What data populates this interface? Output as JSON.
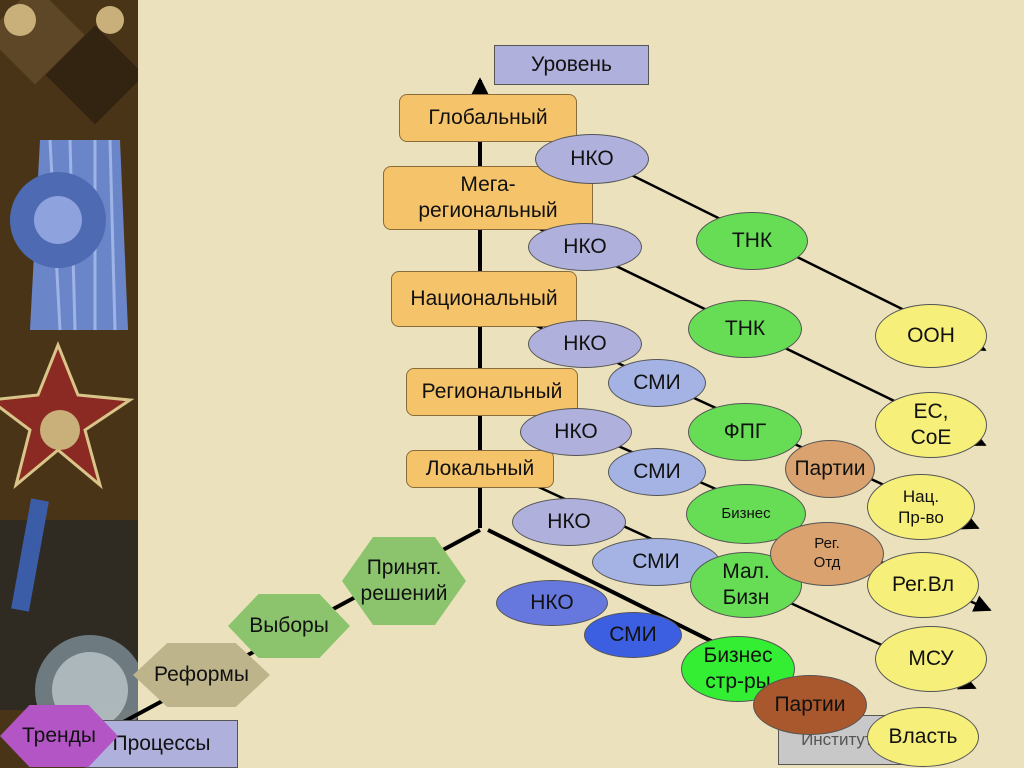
{
  "axes": {
    "level_label": "Уровень",
    "process_label": "Процессы",
    "institution_label": "Институты"
  },
  "levels": [
    {
      "id": "global",
      "label": "Глобальный"
    },
    {
      "id": "mega",
      "label": "Мега-\nрегиональный"
    },
    {
      "id": "national",
      "label": "Национальный"
    },
    {
      "id": "regional",
      "label": "Региональный"
    },
    {
      "id": "local",
      "label": "Локальный"
    }
  ],
  "processes": [
    {
      "id": "decisions",
      "label": "Принят.\nрешений"
    },
    {
      "id": "elections",
      "label": "Выборы"
    },
    {
      "id": "reforms",
      "label": "Реформы"
    },
    {
      "id": "trends",
      "label": "Тренды"
    }
  ],
  "nko": [
    {
      "id": "nko-1",
      "label": "НКО"
    },
    {
      "id": "nko-2",
      "label": "НКО"
    },
    {
      "id": "nko-3",
      "label": "НКО"
    },
    {
      "id": "nko-4",
      "label": "НКО"
    },
    {
      "id": "nko-5",
      "label": "НКО"
    },
    {
      "id": "nko-6",
      "label": "НКО"
    }
  ],
  "smi": [
    {
      "id": "smi-1",
      "label": "СМИ"
    },
    {
      "id": "smi-2",
      "label": "СМИ"
    },
    {
      "id": "smi-3",
      "label": "СМИ"
    },
    {
      "id": "smi-4",
      "label": "СМИ"
    }
  ],
  "business": [
    {
      "id": "tnk-1",
      "label": "ТНК"
    },
    {
      "id": "tnk-2",
      "label": "ТНК"
    },
    {
      "id": "fpg",
      "label": "ФПГ"
    },
    {
      "id": "biznes",
      "label": "Бизнес"
    },
    {
      "id": "small-biz",
      "label": "Мал.\nБизн"
    },
    {
      "id": "biz-struct",
      "label": "Бизнес\nстр-ры"
    }
  ],
  "parties": [
    {
      "id": "parties-1",
      "label": "Партии"
    },
    {
      "id": "reg-otd",
      "label": "Рег.\nОтд"
    },
    {
      "id": "parties-2",
      "label": "Партии"
    }
  ],
  "power": [
    {
      "id": "oon",
      "label": "ООН"
    },
    {
      "id": "es",
      "label": "ЕС,\nCoE"
    },
    {
      "id": "nat-gov",
      "label": "Нац.\nПр-во"
    },
    {
      "id": "reg-gov",
      "label": "Рег.Вл"
    },
    {
      "id": "msu",
      "label": "МСУ"
    },
    {
      "id": "vlast",
      "label": "Власть"
    }
  ],
  "colors": {
    "background": "#ebe2bd",
    "level_box": "#f5c36a",
    "process_hex": "#8cc46e",
    "nko": "#b0b0dc",
    "smi": "#a4b3e4",
    "business": "#66dd55",
    "parties": "#d9a26f",
    "power": "#f6f07a",
    "axis_box": "#b0b0dc"
  },
  "icons": [
    "medal-decoration"
  ]
}
